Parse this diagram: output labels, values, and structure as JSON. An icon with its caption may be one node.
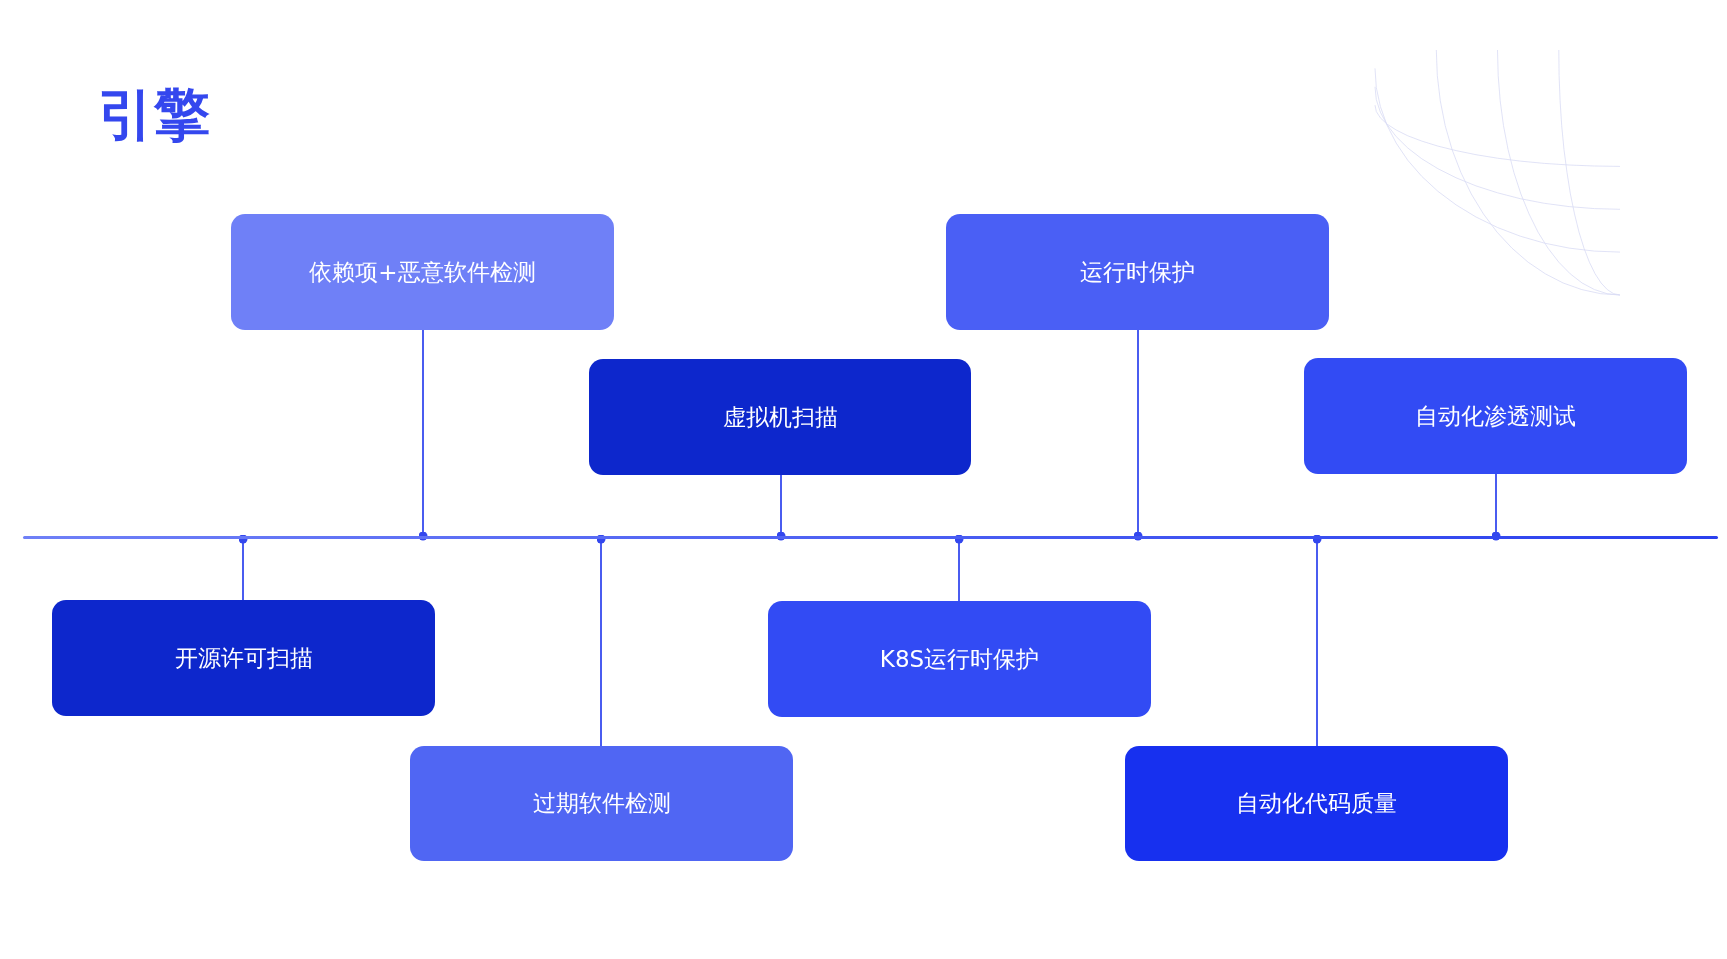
{
  "diagram": {
    "title": "引擎",
    "nodes": [
      {
        "text": [
          "开源许可扫描"
        ]
      },
      {
        "text": [
          "依赖项+恶意软件检测"
        ]
      },
      {
        "text": [
          "过期软件检测"
        ]
      },
      {
        "text": [
          "虚拟机扫描"
        ]
      },
      {
        "text": [
          "K8S运行时保护"
        ]
      },
      {
        "text": [
          "运行时保护"
        ]
      },
      {
        "text": [
          "自动化代码质量"
        ]
      },
      {
        "text": [
          "自动化渗透测试"
        ]
      },
      {
        "text": [],
        "shape": "bar"
      }
    ],
    "edges": [
      {
        "from": 0,
        "to": 8,
        "arrow": "other"
      },
      {
        "from": 1,
        "to": 8,
        "arrow": "other"
      },
      {
        "from": 2,
        "to": 8,
        "arrow": "other"
      },
      {
        "from": 3,
        "to": 8,
        "arrow": "other"
      },
      {
        "from": 4,
        "to": 8,
        "arrow": "other"
      },
      {
        "from": 5,
        "to": 8,
        "arrow": "other"
      },
      {
        "from": 6,
        "to": 8,
        "arrow": "other"
      },
      {
        "from": 7,
        "to": 8,
        "arrow": "other"
      }
    ]
  }
}
